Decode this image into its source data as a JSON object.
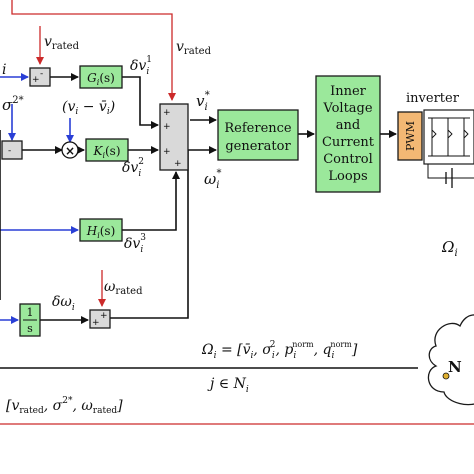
{
  "labels": {
    "v_rated_top_left": "v",
    "v_rated_top_left_sub": "rated",
    "v_rated_top_right": "v",
    "v_rated_top_right_sub": "rated",
    "i_left": "i",
    "sigma_sq": "σ",
    "sigma_sup": "2*",
    "v_diff": "(v",
    "v_diff_sub": "i",
    "v_diff_mid": " − v̄",
    "v_diff_sub2": "i",
    "v_diff_end": ")",
    "delta_v1": "δv",
    "delta_v1_sup": "1",
    "delta_v1_sub": "i",
    "delta_v2": "δv",
    "delta_v2_sup": "2",
    "delta_v2_sub": "i",
    "delta_v3": "δv",
    "delta_v3_sup": "3",
    "delta_v3_sub": "i",
    "v_star": "v",
    "v_star_sub": "i",
    "v_star_sup": "*",
    "omega_star": "ω",
    "omega_star_sub": "i",
    "omega_star_sup": "*",
    "delta_omega": "δω",
    "delta_omega_sub": "i",
    "omega_rated": "ω",
    "omega_rated_sub": "rated",
    "omega_set": "Ω",
    "omega_set_sub": "i",
    "omega_set_def": " = [v̄",
    "omega_set_def_sub1": "i",
    "omega_set_def_2": ", σ",
    "omega_set_def_sup2": "2",
    "omega_set_def_sub2": "i",
    "omega_set_def_3": ", p",
    "omega_set_def_sup3": "norm",
    "omega_set_def_sub3": "i",
    "omega_set_def_4": ", q",
    "omega_set_def_sup4": "norm",
    "omega_set_def_sub4": "i",
    "omega_set_def_end": "]",
    "j_in_n": "j ∈ N",
    "j_in_n_sub": "i",
    "rated_vector": "[v",
    "rated_vector_sub1": "rated",
    "rated_vector_2": ", σ",
    "rated_vector_sup2": "2*",
    "rated_vector_3": ", ω",
    "rated_vector_sub3": "rated",
    "rated_vector_end": "]",
    "omega_right": "Ω",
    "omega_right_sub": "i",
    "network_letter": "N",
    "inverter": "inverter"
  },
  "blocks": {
    "g": {
      "name": "G",
      "sub": "i",
      "arg": "(s)"
    },
    "k": {
      "name": "K",
      "sub": "i",
      "arg": "(s)"
    },
    "h": {
      "name": "H",
      "sub": "i",
      "arg": "(s)"
    },
    "integrator": {
      "num": "1",
      "den": "s"
    },
    "reference": {
      "line1": "Reference",
      "line2": "generator"
    },
    "inner": {
      "line1": "Inner",
      "line2": "Voltage",
      "line3": "and",
      "line4": "Current",
      "line5": "Control",
      "line6": "Loops"
    },
    "pwm": "PWM"
  },
  "signs": {
    "plus": "+",
    "minus": "-",
    "multiply": "×"
  },
  "colors": {
    "block_green": "#9be89b",
    "summer_gray": "#d9d9d9",
    "wire_blue": "#2a3fd6",
    "wire_red": "#cc2a2a",
    "wire_black": "#111111"
  }
}
